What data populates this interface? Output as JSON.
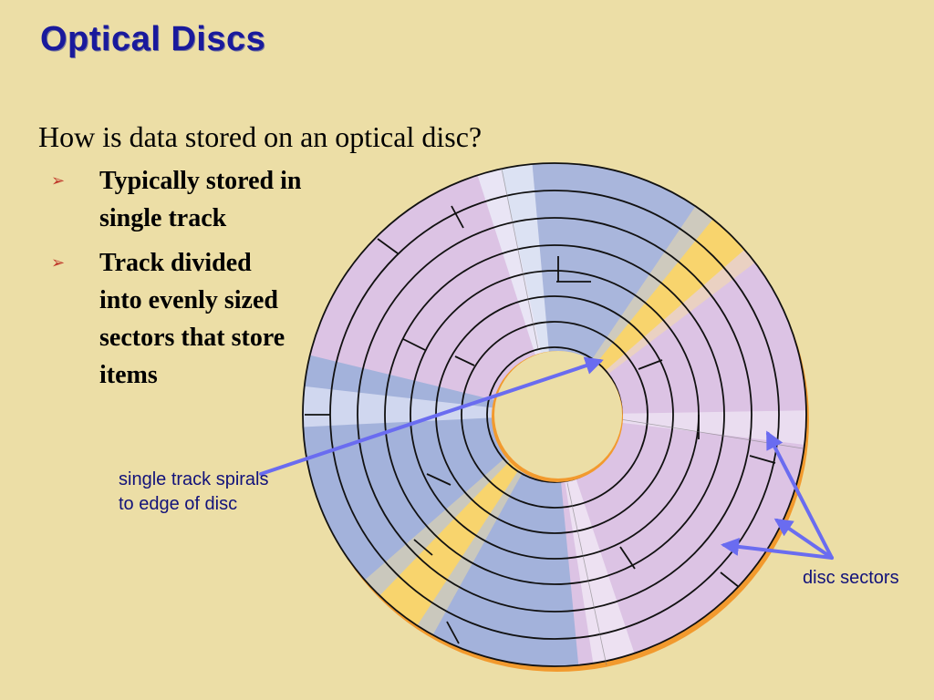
{
  "title": "Optical Discs",
  "question": "How is data stored on an optical disc?",
  "bullets": [
    {
      "text": "Typically stored in single track"
    },
    {
      "text": "Track divided into evenly sized sectors that store items"
    }
  ],
  "bullet_marker": "➢",
  "callouts": {
    "track": "single track spirals to edge of disc",
    "sectors": "disc sectors"
  },
  "colors": {
    "background": "#ecdea6",
    "title": "#1a1a9c",
    "callout_text": "#12127a",
    "arrow": "#6a6cf0",
    "disc_pink": "#dcc3e4",
    "disc_blue": "#a3b2db",
    "disc_gold": "#f6c94a",
    "disc_edge": "#f29a2e"
  }
}
